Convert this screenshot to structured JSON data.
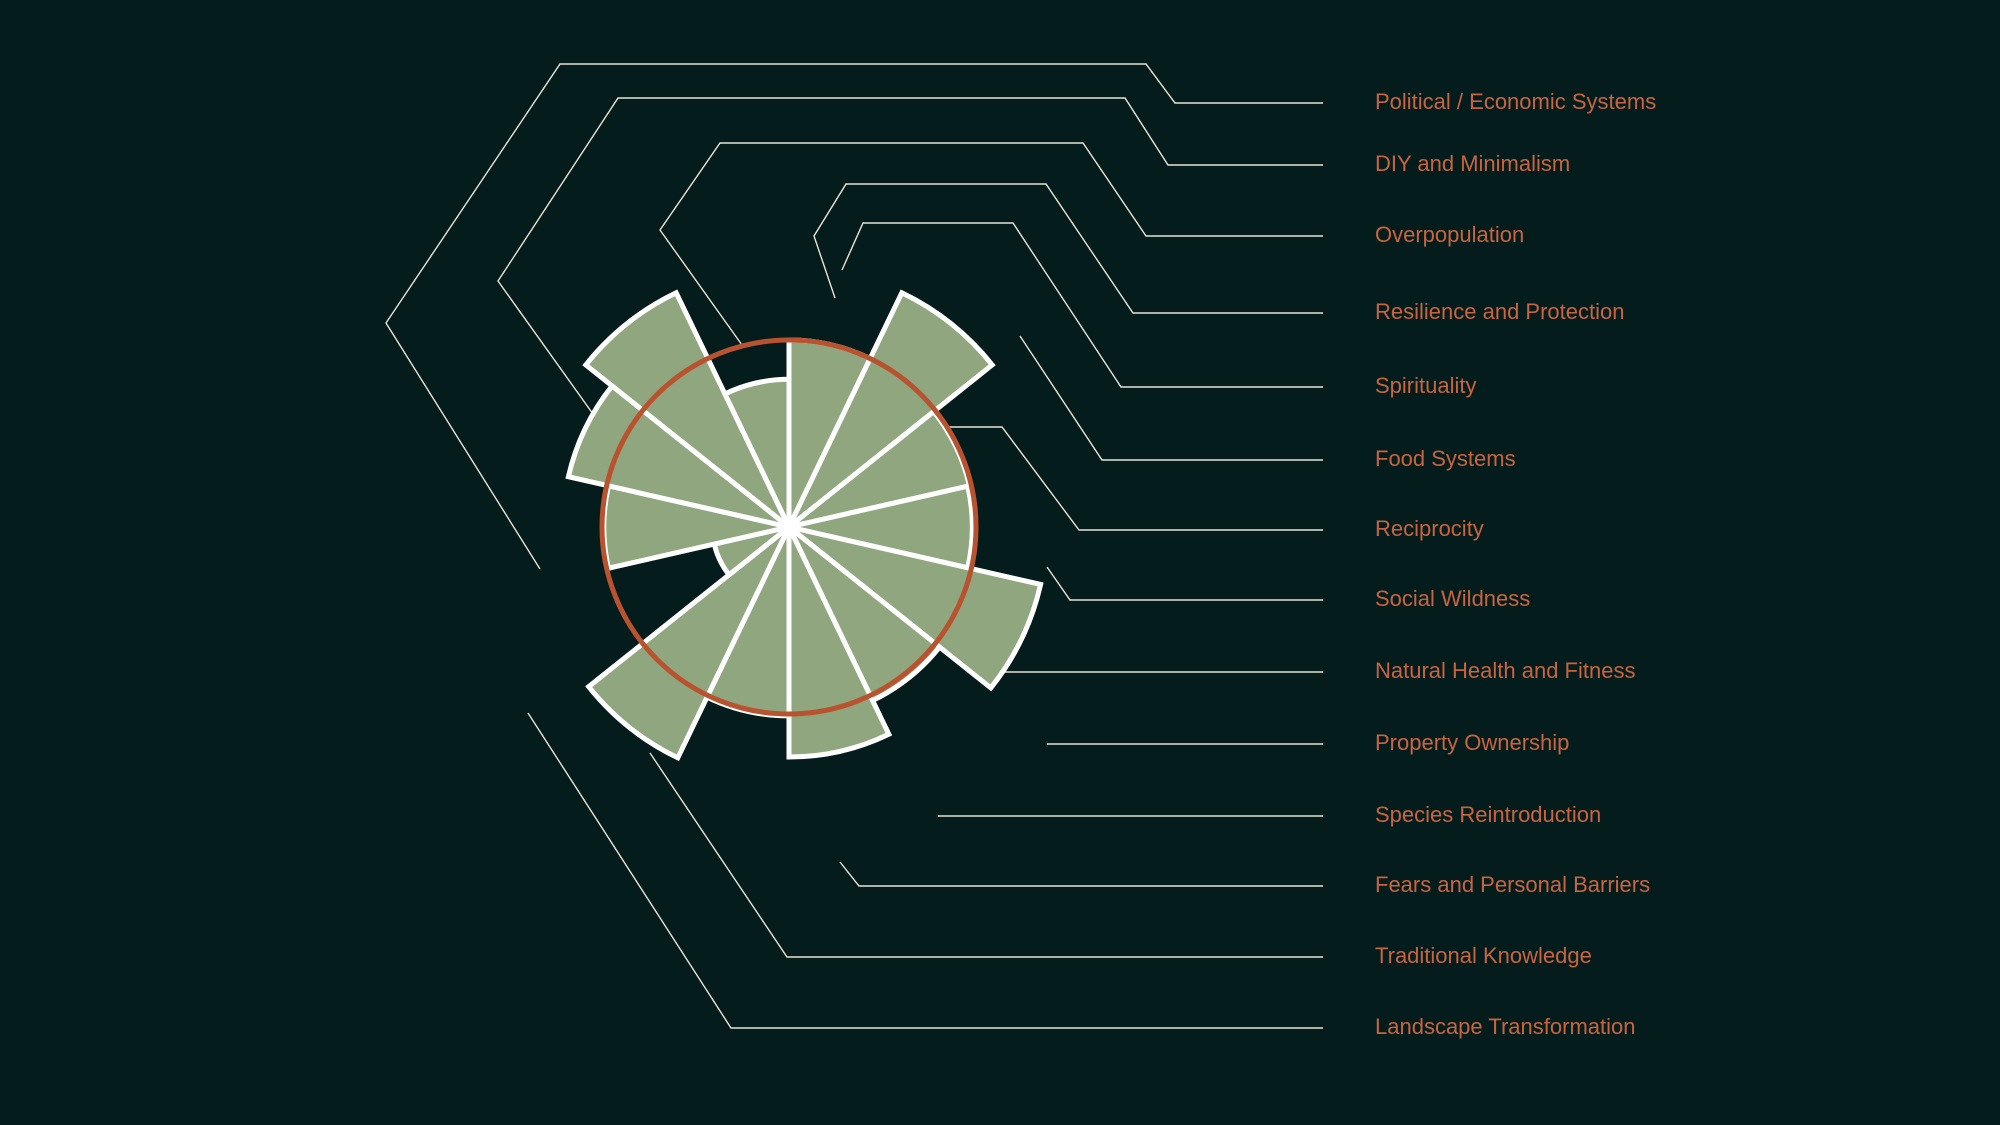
{
  "colors": {
    "background": "#051c1d",
    "wedge_fill": "#8fa67e",
    "wedge_stroke": "#ffffff",
    "ring": "#b9532f",
    "leader": "#e8e3d4",
    "label": "#c8643e"
  },
  "chart_data": {
    "type": "polar-area",
    "title": "",
    "grid": false,
    "legend_placement": "right",
    "reference_ring_value": 1.0,
    "value_unit": "relative radius (reference ring = 1.0)",
    "categories": [
      "Political / Economic Systems",
      "DIY and Minimalism",
      "Overpopulation",
      "Resilience and Protection",
      "Spirituality",
      "Food Systems",
      "Reciprocity",
      "Social Wildness",
      "Natural Health and Fitness",
      "Property Ownership",
      "Species Reintroduction",
      "Fears and Personal Barriers",
      "Traditional Knowledge",
      "Landscape Transformation"
    ],
    "values": [
      1.0,
      1.39,
      0.99,
      0.98,
      1.38,
      1.03,
      1.23,
      1.01,
      1.37,
      0.41,
      0.99,
      1.21,
      1.39,
      0.79
    ],
    "start_angle_deg": -90,
    "direction": "clockwise"
  }
}
